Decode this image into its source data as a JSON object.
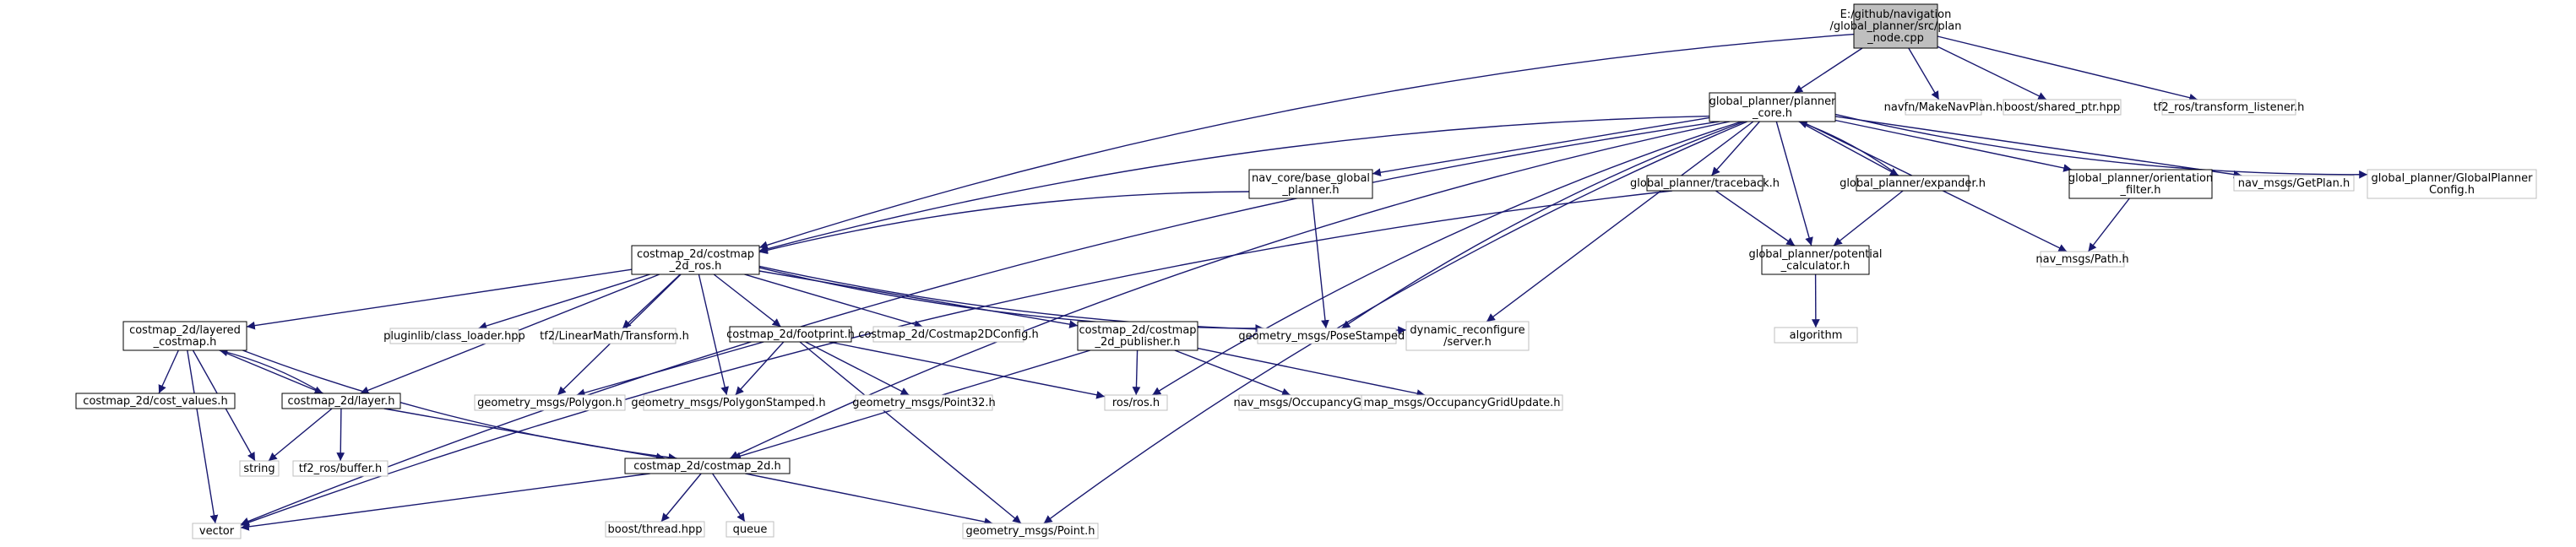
{
  "diagram": {
    "nodes": [
      {
        "id": "root",
        "lines": [
          "E:/github/navigation",
          "/global_planner/src/plan",
          "_node.cpp"
        ],
        "style": "root"
      },
      {
        "id": "planner_core",
        "lines": [
          "global_planner/planner",
          "_core.h"
        ],
        "style": "main"
      },
      {
        "id": "navfn",
        "lines": [
          "navfn/MakeNavPlan.h"
        ],
        "style": "leaf"
      },
      {
        "id": "shared_ptr",
        "lines": [
          "boost/shared_ptr.hpp"
        ],
        "style": "leaf"
      },
      {
        "id": "transform_listener",
        "lines": [
          "tf2_ros/transform_listener.h"
        ],
        "style": "leaf"
      },
      {
        "id": "base_global_planner",
        "lines": [
          "nav_core/base_global",
          "_planner.h"
        ],
        "style": "main"
      },
      {
        "id": "traceback",
        "lines": [
          "global_planner/traceback.h"
        ],
        "style": "main"
      },
      {
        "id": "expander",
        "lines": [
          "global_planner/expander.h"
        ],
        "style": "main"
      },
      {
        "id": "orientation_filter",
        "lines": [
          "global_planner/orientation",
          "_filter.h"
        ],
        "style": "main"
      },
      {
        "id": "getplan",
        "lines": [
          "nav_msgs/GetPlan.h"
        ],
        "style": "leaf"
      },
      {
        "id": "gp_config",
        "lines": [
          "global_planner/GlobalPlanner",
          "Config.h"
        ],
        "style": "leaf"
      },
      {
        "id": "costmap_ros",
        "lines": [
          "costmap_2d/costmap",
          "_2d_ros.h"
        ],
        "style": "main"
      },
      {
        "id": "potential_calculator",
        "lines": [
          "global_planner/potential",
          "_calculator.h"
        ],
        "style": "main"
      },
      {
        "id": "nav_path",
        "lines": [
          "nav_msgs/Path.h"
        ],
        "style": "leaf"
      },
      {
        "id": "layered_costmap",
        "lines": [
          "costmap_2d/layered",
          "_costmap.h"
        ],
        "style": "main"
      },
      {
        "id": "class_loader",
        "lines": [
          "pluginlib/class_loader.hpp"
        ],
        "style": "leaf"
      },
      {
        "id": "tf2_transform",
        "lines": [
          "tf2/LinearMath/Transform.h"
        ],
        "style": "leaf"
      },
      {
        "id": "footprint",
        "lines": [
          "costmap_2d/footprint.h"
        ],
        "style": "main"
      },
      {
        "id": "costmap2dconfig",
        "lines": [
          "costmap_2d/Costmap2DConfig.h"
        ],
        "style": "leaf"
      },
      {
        "id": "costmap_publisher",
        "lines": [
          "costmap_2d/costmap",
          "_2d_publisher.h"
        ],
        "style": "main"
      },
      {
        "id": "posestamped",
        "lines": [
          "geometry_msgs/PoseStamped.h"
        ],
        "style": "leaf"
      },
      {
        "id": "dyn_reconf",
        "lines": [
          "dynamic_reconfigure",
          "/server.h"
        ],
        "style": "leaf"
      },
      {
        "id": "algorithm",
        "lines": [
          "algorithm"
        ],
        "style": "leaf"
      },
      {
        "id": "cost_values",
        "lines": [
          "costmap_2d/cost_values.h"
        ],
        "style": "main"
      },
      {
        "id": "layer",
        "lines": [
          "costmap_2d/layer.h"
        ],
        "style": "main"
      },
      {
        "id": "polygon",
        "lines": [
          "geometry_msgs/Polygon.h"
        ],
        "style": "leaf"
      },
      {
        "id": "polygonstamped",
        "lines": [
          "geometry_msgs/PolygonStamped.h"
        ],
        "style": "leaf"
      },
      {
        "id": "point32",
        "lines": [
          "geometry_msgs/Point32.h"
        ],
        "style": "leaf"
      },
      {
        "id": "ros",
        "lines": [
          "ros/ros.h"
        ],
        "style": "leaf"
      },
      {
        "id": "occupancygrid",
        "lines": [
          "nav_msgs/OccupancyGrid.h"
        ],
        "style": "leaf"
      },
      {
        "id": "occupancygridupdate",
        "lines": [
          "map_msgs/OccupancyGridUpdate.h"
        ],
        "style": "leaf"
      },
      {
        "id": "string",
        "lines": [
          "string"
        ],
        "style": "leaf"
      },
      {
        "id": "tf2_buffer",
        "lines": [
          "tf2_ros/buffer.h"
        ],
        "style": "leaf"
      },
      {
        "id": "costmap_2d",
        "lines": [
          "costmap_2d/costmap_2d.h"
        ],
        "style": "main"
      },
      {
        "id": "vector",
        "lines": [
          "vector"
        ],
        "style": "leaf"
      },
      {
        "id": "boost_thread",
        "lines": [
          "boost/thread.hpp"
        ],
        "style": "leaf"
      },
      {
        "id": "queue",
        "lines": [
          "queue"
        ],
        "style": "leaf"
      },
      {
        "id": "point",
        "lines": [
          "geometry_msgs/Point.h"
        ],
        "style": "leaf"
      }
    ],
    "edges": [
      [
        "root",
        "planner_core"
      ],
      [
        "root",
        "navfn"
      ],
      [
        "root",
        "shared_ptr"
      ],
      [
        "root",
        "transform_listener"
      ],
      [
        "root",
        "costmap_ros"
      ],
      [
        "planner_core",
        "base_global_planner"
      ],
      [
        "planner_core",
        "traceback"
      ],
      [
        "planner_core",
        "expander"
      ],
      [
        "planner_core",
        "orientation_filter"
      ],
      [
        "planner_core",
        "getplan"
      ],
      [
        "planner_core",
        "gp_config"
      ],
      [
        "planner_core",
        "potential_calculator"
      ],
      [
        "planner_core",
        "nav_path"
      ],
      [
        "planner_core",
        "posestamped"
      ],
      [
        "planner_core",
        "dyn_reconf"
      ],
      [
        "planner_core",
        "ros"
      ],
      [
        "planner_core",
        "costmap_2d"
      ],
      [
        "planner_core",
        "vector"
      ],
      [
        "planner_core",
        "point"
      ],
      [
        "planner_core",
        "costmap_ros"
      ],
      [
        "expander",
        "planner_core"
      ],
      [
        "base_global_planner",
        "costmap_ros"
      ],
      [
        "base_global_planner",
        "posestamped"
      ],
      [
        "traceback",
        "potential_calculator"
      ],
      [
        "traceback",
        "vector"
      ],
      [
        "expander",
        "potential_calculator"
      ],
      [
        "orientation_filter",
        "nav_path"
      ],
      [
        "potential_calculator",
        "algorithm"
      ],
      [
        "costmap_ros",
        "layered_costmap"
      ],
      [
        "costmap_ros",
        "class_loader"
      ],
      [
        "costmap_ros",
        "tf2_transform"
      ],
      [
        "costmap_ros",
        "footprint"
      ],
      [
        "costmap_ros",
        "costmap2dconfig"
      ],
      [
        "costmap_ros",
        "costmap_publisher"
      ],
      [
        "costmap_ros",
        "posestamped"
      ],
      [
        "costmap_ros",
        "dyn_reconf"
      ],
      [
        "costmap_ros",
        "layer"
      ],
      [
        "costmap_ros",
        "polygon"
      ],
      [
        "costmap_ros",
        "polygonstamped"
      ],
      [
        "layered_costmap",
        "cost_values"
      ],
      [
        "layered_costmap",
        "layer"
      ],
      [
        "layered_costmap",
        "string"
      ],
      [
        "layered_costmap",
        "costmap_2d"
      ],
      [
        "layered_costmap",
        "vector"
      ],
      [
        "layer",
        "layered_costmap"
      ],
      [
        "layer",
        "string"
      ],
      [
        "layer",
        "tf2_buffer"
      ],
      [
        "layer",
        "costmap_2d"
      ],
      [
        "footprint",
        "polygon"
      ],
      [
        "footprint",
        "polygonstamped"
      ],
      [
        "footprint",
        "point32"
      ],
      [
        "footprint",
        "ros"
      ],
      [
        "footprint",
        "point"
      ],
      [
        "costmap_publisher",
        "ros"
      ],
      [
        "costmap_publisher",
        "occupancygrid"
      ],
      [
        "costmap_publisher",
        "occupancygridupdate"
      ],
      [
        "costmap_publisher",
        "costmap_2d"
      ],
      [
        "costmap_2d",
        "vector"
      ],
      [
        "costmap_2d",
        "boost_thread"
      ],
      [
        "costmap_2d",
        "queue"
      ],
      [
        "costmap_2d",
        "point"
      ]
    ]
  },
  "colors": {
    "edge": "#191970",
    "root_fill": "#bfbfbf",
    "root_stroke": "#000000",
    "main_fill": "#ffffff",
    "main_stroke": "#000000",
    "leaf_fill": "#ffffff",
    "leaf_stroke": "#bfbfbf"
  }
}
